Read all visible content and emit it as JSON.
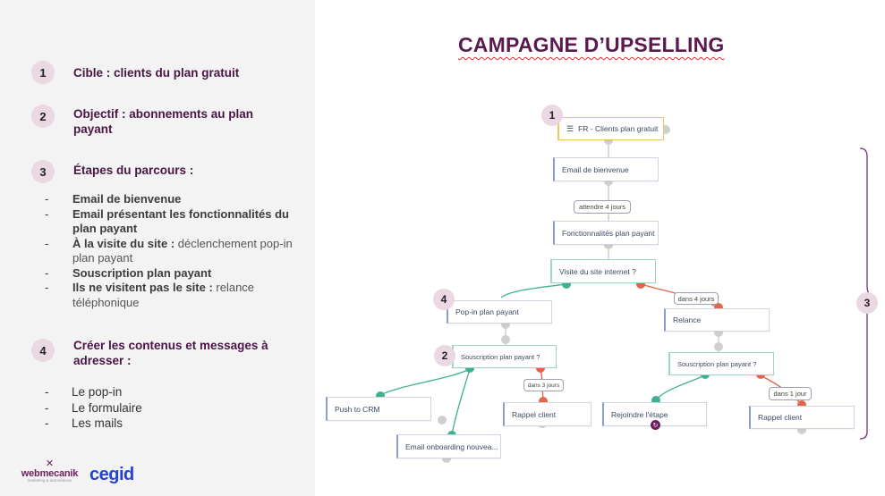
{
  "title": "CAMPAGNE D’UPSELLING",
  "steps": [
    {
      "num": "1",
      "title": "Cible : clients du plan gratuit"
    },
    {
      "num": "2",
      "title": "Objectif : abonnements au plan payant"
    },
    {
      "num": "3",
      "title": "Étapes du parcours :"
    },
    {
      "num": "4",
      "title": "Créer les contenus et messages à adresser :"
    }
  ],
  "journey_steps": [
    {
      "bold": "Email de bienvenue",
      "rest": ""
    },
    {
      "bold": "Email présentant les fonctionnalités du plan payant",
      "rest": ""
    },
    {
      "bold": "À la visite du site :",
      "rest": " déclenchement pop-in plan payant"
    },
    {
      "bold": "Souscription plan payant",
      "rest": ""
    },
    {
      "bold": "Ils ne visitent pas le site :",
      "rest": " relance téléphonique"
    }
  ],
  "contents": [
    "Le pop-in",
    "Le formulaire",
    "Les mails"
  ],
  "logos": {
    "webmecanik": "webmecanik",
    "webmecanik_tag": "marketing & automations",
    "cegid": "cegid"
  },
  "diagram": {
    "nodes": {
      "segment": "FR - Clients plan gratuit",
      "welcome": "Email de bienvenue",
      "features": "Fonctionnalités plan payant",
      "visit": "Visite du site internet ?",
      "popin": "Pop-in plan payant",
      "relance": "Relance",
      "sub_left": "Souscription plan payant ?",
      "sub_right": "Souscription plan payant ?",
      "push_crm": "Push to CRM",
      "onboarding": "Email onboarding nouvea...",
      "rappel_left": "Rappel client",
      "rejoindre": "Rejoindre l'étape",
      "rappel_right": "Rappel client"
    },
    "pills": {
      "wait4": "attendre 4 jours",
      "dans4": "dans 4 jours",
      "dans3": "dans 3 jours",
      "dans1": "dans 1 jour"
    },
    "markers": {
      "m1": "1",
      "m2": "2",
      "m3": "3",
      "m4": "4"
    }
  },
  "colors": {
    "title": "#5b1a4f",
    "step_title": "#4a1546",
    "accent_circle": "#ead8e3",
    "teal": "#3fb193",
    "orange": "#e0664a",
    "grey": "#cfcfcf"
  }
}
